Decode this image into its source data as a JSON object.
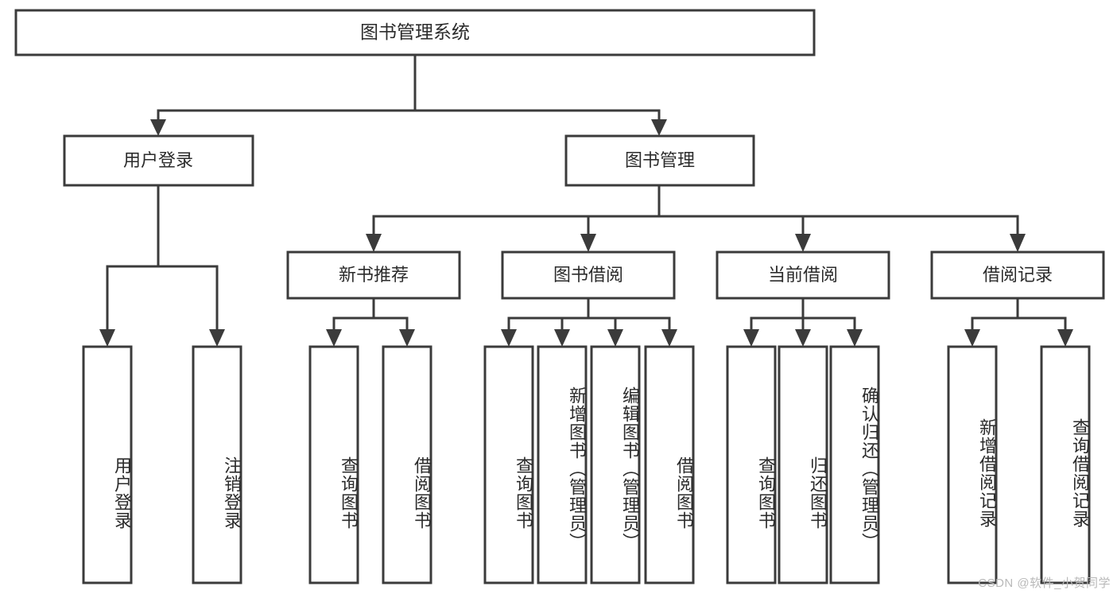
{
  "diagram": {
    "title": "图书管理系统",
    "watermark": "CSDN @软件_小贺同学",
    "colors": {
      "stroke": "#3b3b3b",
      "fill": "#ffffff",
      "text": "#2b2b2b",
      "watermark": "#b9b9b9"
    },
    "root": {
      "label": "图书管理系统"
    },
    "level2": [
      {
        "label": "用户登录"
      },
      {
        "label": "图书管理"
      }
    ],
    "level3": [
      {
        "label": "新书推荐"
      },
      {
        "label": "图书借阅"
      },
      {
        "label": "当前借阅"
      },
      {
        "label": "借阅记录"
      }
    ],
    "leaves": {
      "user_login": [
        {
          "label": "用户登录"
        },
        {
          "label": "注销登录"
        }
      ],
      "new_book_recommend": [
        {
          "label": "查询图书"
        },
        {
          "label": "借阅图书"
        }
      ],
      "book_borrow": [
        {
          "label": "查询图书"
        },
        {
          "label": "新增图书（管理员）"
        },
        {
          "label": "编辑图书（管理员）"
        },
        {
          "label": "借阅图书"
        }
      ],
      "current_borrow": [
        {
          "label": "查询图书"
        },
        {
          "label": "归还图书"
        },
        {
          "label": "确认归还（管理员）"
        }
      ],
      "borrow_record": [
        {
          "label": "新增借阅记录"
        },
        {
          "label": "查询借阅记录"
        }
      ]
    }
  }
}
